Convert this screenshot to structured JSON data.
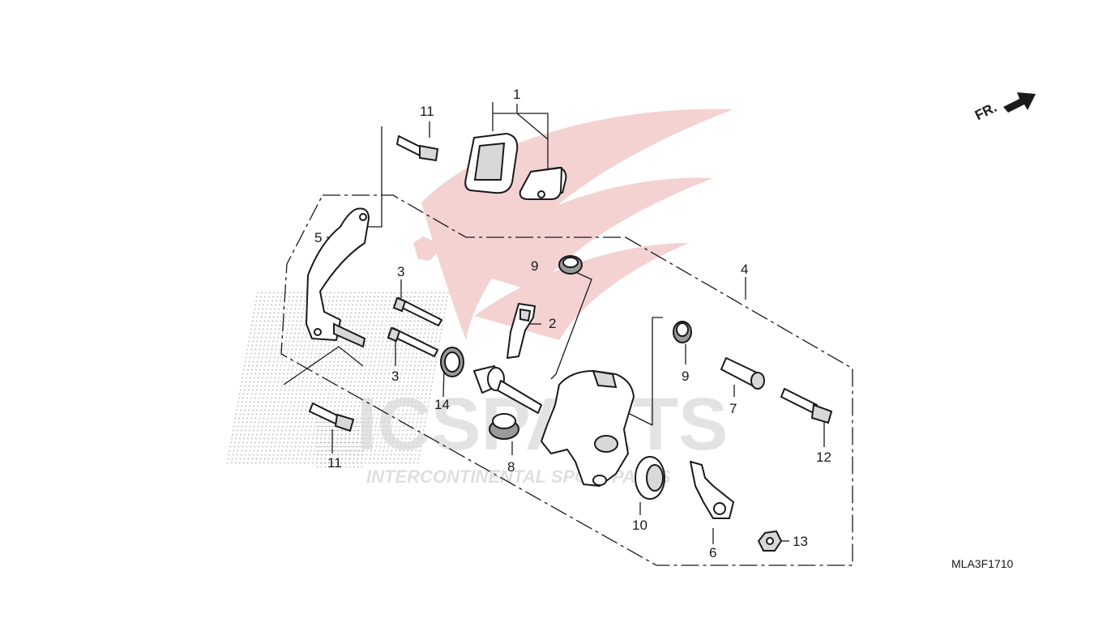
{
  "watermark": {
    "brand": "ICSPARTS",
    "tagline": "INTERCONTINENTAL SPORTPARTS"
  },
  "direction_indicator": {
    "label": "FR."
  },
  "diagram_code": "MLA3F1710",
  "callouts": [
    {
      "id": "c1",
      "number": "1"
    },
    {
      "id": "c2",
      "number": "2"
    },
    {
      "id": "c3a",
      "number": "3"
    },
    {
      "id": "c3b",
      "number": "3"
    },
    {
      "id": "c4",
      "number": "4"
    },
    {
      "id": "c5",
      "number": "5"
    },
    {
      "id": "c6",
      "number": "6"
    },
    {
      "id": "c7",
      "number": "7"
    },
    {
      "id": "c8",
      "number": "8"
    },
    {
      "id": "c9a",
      "number": "9"
    },
    {
      "id": "c9b",
      "number": "9"
    },
    {
      "id": "c10",
      "number": "10"
    },
    {
      "id": "c11a",
      "number": "11"
    },
    {
      "id": "c11b",
      "number": "11"
    },
    {
      "id": "c12",
      "number": "12"
    },
    {
      "id": "c13",
      "number": "13"
    },
    {
      "id": "c14",
      "number": "14"
    }
  ],
  "colors": {
    "line": "#1a1a1a",
    "watermark_red": "#f2c9c9",
    "watermark_grey": "#d8d8d8"
  }
}
